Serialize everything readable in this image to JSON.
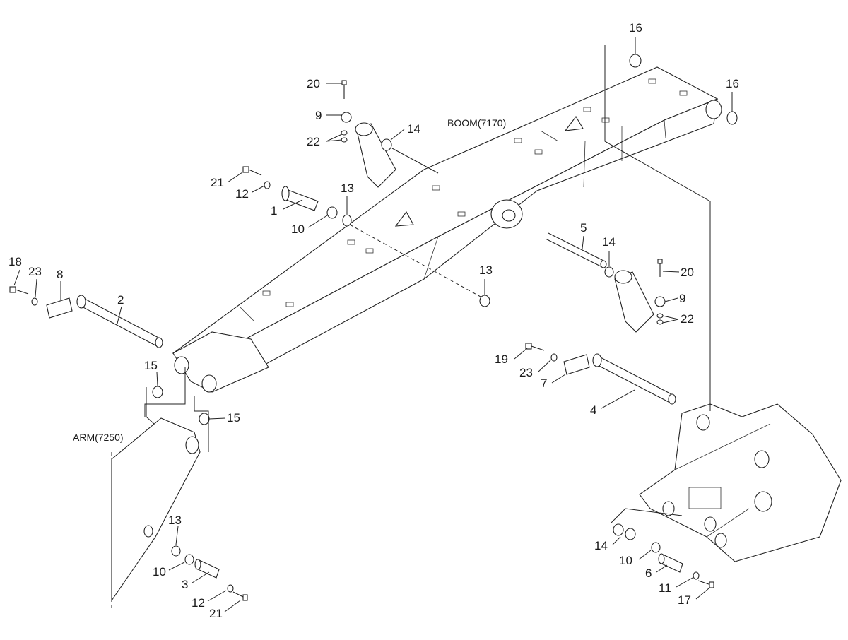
{
  "assembly_labels": {
    "boom": "BOOM(7170)",
    "arm": "ARM(7250)"
  },
  "callouts": [
    "1",
    "2",
    "3",
    "4",
    "5",
    "6",
    "7",
    "8",
    "9",
    "9",
    "10",
    "10",
    "10",
    "11",
    "12",
    "12",
    "13",
    "13",
    "13",
    "14",
    "14",
    "14",
    "15",
    "15",
    "16",
    "16",
    "17",
    "18",
    "19",
    "20",
    "20",
    "21",
    "21",
    "22",
    "22",
    "23",
    "23"
  ],
  "colors": {
    "line": "#222222",
    "background": "#ffffff"
  }
}
